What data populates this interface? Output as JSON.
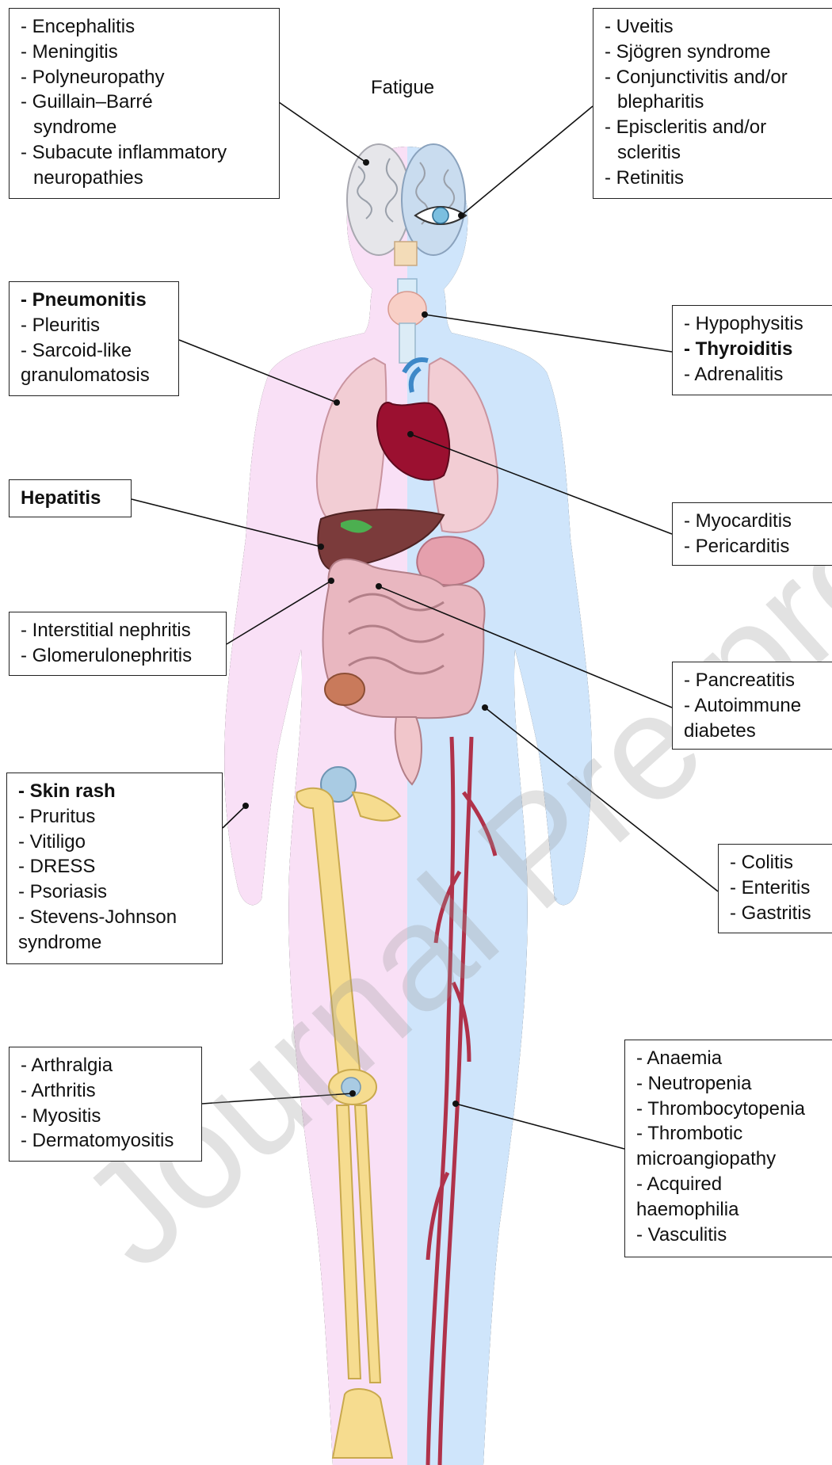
{
  "header": {
    "fatigue": "Fatigue"
  },
  "watermark": "Journal Pre-proof",
  "colors": {
    "body_left": "#f9e0f6",
    "body_right": "#cfe5fb",
    "bone": "#f6dc8f",
    "artery": "#b0324a",
    "heart": "#9b1030",
    "liver": "#7b3b3b",
    "intestine": "#e9b7c0"
  },
  "boxes": {
    "neuro": [
      {
        "text": "- Encephalitis",
        "bold": false
      },
      {
        "text": "- Meningitis",
        "bold": false
      },
      {
        "text": "- Polyneuropathy",
        "bold": false
      },
      {
        "text": "- Guillain–Barré",
        "bold": false
      },
      {
        "text": "syndrome",
        "bold": false,
        "indent": true
      },
      {
        "text": "- Subacute inflammatory",
        "bold": false
      },
      {
        "text": "neuropathies",
        "bold": false,
        "indent": true
      }
    ],
    "eye": [
      {
        "text": "- Uveitis",
        "bold": false
      },
      {
        "text": "- Sjögren syndrome",
        "bold": false
      },
      {
        "text": "- Conjunctivitis and/or",
        "bold": false
      },
      {
        "text": "blepharitis",
        "bold": false,
        "indent": true
      },
      {
        "text": "- Episcleritis and/or",
        "bold": false
      },
      {
        "text": "scleritis",
        "bold": false,
        "indent": true
      },
      {
        "text": "- Retinitis",
        "bold": false
      }
    ],
    "lung": [
      {
        "text": "- Pneumonitis",
        "bold": true
      },
      {
        "text": "- Pleuritis",
        "bold": false
      },
      {
        "text": "- Sarcoid-like",
        "bold": false
      },
      {
        "text": "granulomatosis",
        "bold": false
      }
    ],
    "endocrine": [
      {
        "text": "- Hypophysitis",
        "bold": false
      },
      {
        "text": "- Thyroiditis",
        "bold": true
      },
      {
        "text": "- Adrenalitis",
        "bold": false
      }
    ],
    "liver": [
      {
        "text": "Hepatitis",
        "bold": true
      }
    ],
    "heart": [
      {
        "text": "- Myocarditis",
        "bold": false
      },
      {
        "text": "- Pericarditis",
        "bold": false
      }
    ],
    "kidney": [
      {
        "text": "- Interstitial nephritis",
        "bold": false
      },
      {
        "text": "- Glomerulonephritis",
        "bold": false
      }
    ],
    "pancreas": [
      {
        "text": "- Pancreatitis",
        "bold": false
      },
      {
        "text": "- Autoimmune",
        "bold": false
      },
      {
        "text": "diabetes",
        "bold": false
      }
    ],
    "skin": [
      {
        "text": "- Skin rash",
        "bold": true
      },
      {
        "text": "- Pruritus",
        "bold": false
      },
      {
        "text": "- Vitiligo",
        "bold": false
      },
      {
        "text": "- DRESS",
        "bold": false
      },
      {
        "text": "- Psoriasis",
        "bold": false
      },
      {
        "text": "- Stevens-Johnson",
        "bold": false
      },
      {
        "text": "syndrome",
        "bold": false
      }
    ],
    "gi": [
      {
        "text": "- Colitis",
        "bold": false
      },
      {
        "text": "- Enteritis",
        "bold": false
      },
      {
        "text": "- Gastritis",
        "bold": false
      }
    ],
    "joint": [
      {
        "text": "- Arthralgia",
        "bold": false
      },
      {
        "text": "- Arthritis",
        "bold": false
      },
      {
        "text": "- Myositis",
        "bold": false
      },
      {
        "text": "- Dermatomyositis",
        "bold": false
      }
    ],
    "blood": [
      {
        "text": "- Anaemia",
        "bold": false
      },
      {
        "text": "- Neutropenia",
        "bold": false
      },
      {
        "text": "- Thrombocytopenia",
        "bold": false
      },
      {
        "text": "- Thrombotic",
        "bold": false
      },
      {
        "text": "microangiopathy",
        "bold": false
      },
      {
        "text": "- Acquired",
        "bold": false
      },
      {
        "text": "haemophilia",
        "bold": false
      },
      {
        "text": "- Vasculitis",
        "bold": false
      }
    ]
  }
}
